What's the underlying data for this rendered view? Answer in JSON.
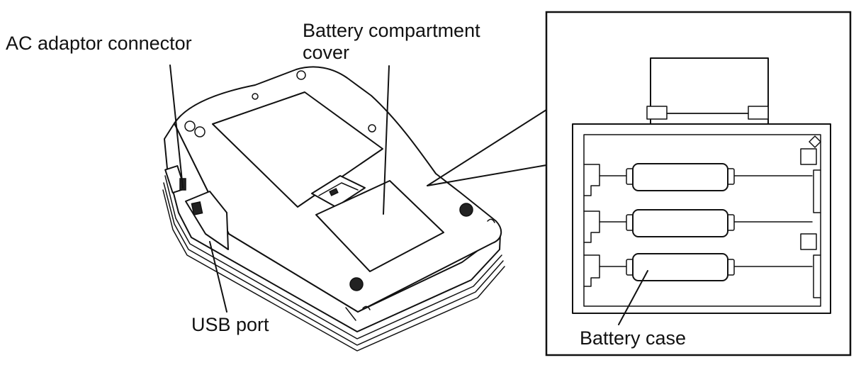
{
  "labels": {
    "ac_adaptor": "AC adaptor connector",
    "battery_cover_line1": "Battery compartment",
    "battery_cover_line2": "cover",
    "usb_port": "USB port",
    "battery_case": "Battery case"
  }
}
